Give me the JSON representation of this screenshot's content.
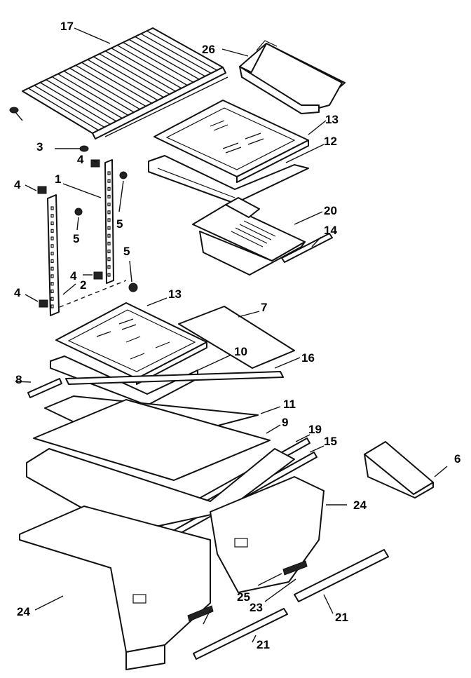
{
  "callouts": [
    {
      "id": "17",
      "text": "17"
    },
    {
      "id": "26",
      "text": "26"
    },
    {
      "id": "13a",
      "text": "13"
    },
    {
      "id": "12",
      "text": "12"
    },
    {
      "id": "3",
      "text": "3"
    },
    {
      "id": "4a",
      "text": "4"
    },
    {
      "id": "1",
      "text": "1"
    },
    {
      "id": "4b",
      "text": "4"
    },
    {
      "id": "5a",
      "text": "5"
    },
    {
      "id": "5b",
      "text": "5"
    },
    {
      "id": "20",
      "text": "20"
    },
    {
      "id": "14",
      "text": "14"
    },
    {
      "id": "5c",
      "text": "5"
    },
    {
      "id": "4c",
      "text": "4"
    },
    {
      "id": "2",
      "text": "2"
    },
    {
      "id": "4d",
      "text": "4"
    },
    {
      "id": "13b",
      "text": "13"
    },
    {
      "id": "7",
      "text": "7"
    },
    {
      "id": "10",
      "text": "10"
    },
    {
      "id": "16",
      "text": "16"
    },
    {
      "id": "8",
      "text": "8"
    },
    {
      "id": "11",
      "text": "11"
    },
    {
      "id": "9",
      "text": "9"
    },
    {
      "id": "19",
      "text": "19"
    },
    {
      "id": "15",
      "text": "15"
    },
    {
      "id": "6",
      "text": "6"
    },
    {
      "id": "24a",
      "text": "24"
    },
    {
      "id": "24b",
      "text": "24"
    },
    {
      "id": "25",
      "text": "25"
    },
    {
      "id": "23",
      "text": "23"
    },
    {
      "id": "21a",
      "text": "21"
    },
    {
      "id": "21b",
      "text": "21"
    }
  ]
}
